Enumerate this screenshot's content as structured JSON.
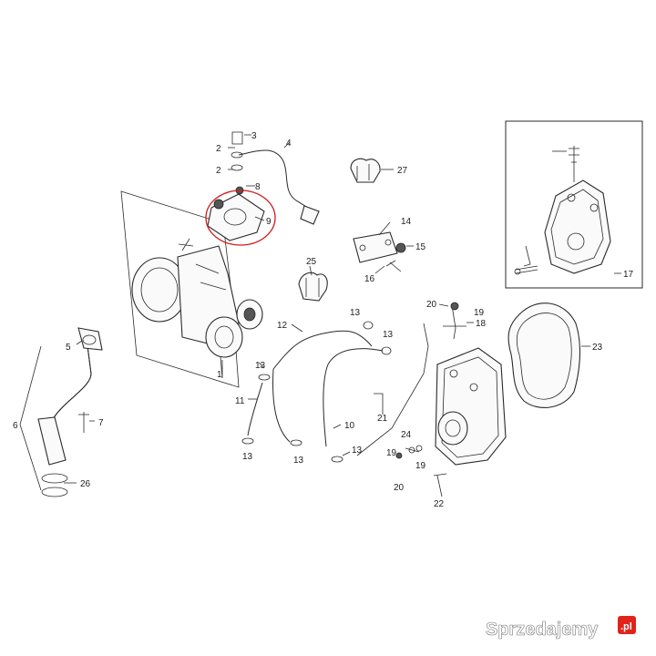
{
  "callouts": {
    "c1": "1",
    "c2a": "2",
    "c2b": "2",
    "c3": "3",
    "c4": "4",
    "c5": "5",
    "c6": "6",
    "c7": "7",
    "c8": "8",
    "c9": "9",
    "c10": "10",
    "c11": "11",
    "c12": "12",
    "c13a": "13",
    "c13b": "13",
    "c13c": "13",
    "c13d": "13",
    "c13e": "13",
    "c13f": "13",
    "c14": "14",
    "c15": "15",
    "c16": "16",
    "c17": "17",
    "c18": "18",
    "c19a": "19",
    "c19b": "19",
    "c19c": "19",
    "c20a": "20",
    "c20b": "20",
    "c21": "21",
    "c22": "22",
    "c23": "23",
    "c24": "24",
    "c25": "25",
    "c26": "26",
    "c27": "27"
  },
  "highlight_color": "#d21b1b",
  "watermark": {
    "text": "Sprzedajemy",
    "suffix": ".pl"
  }
}
